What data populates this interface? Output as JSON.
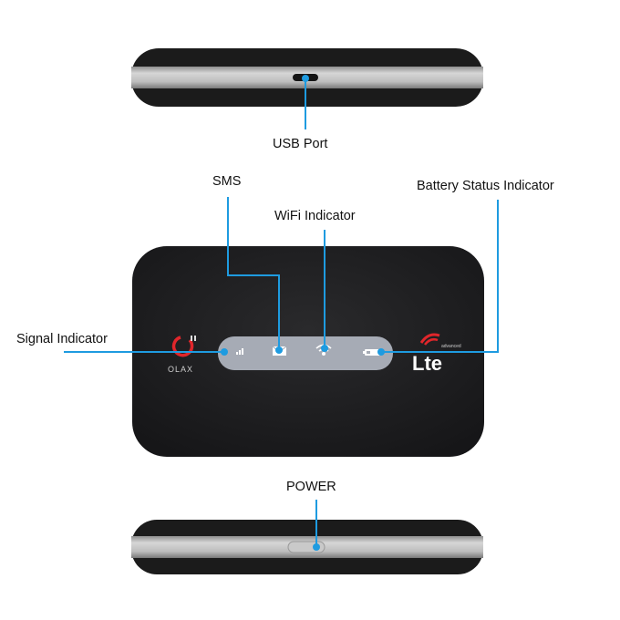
{
  "labels": {
    "usb_port": "USB Port",
    "sms": "SMS",
    "wifi": "WiFi Indicator",
    "battery": "Battery Status Indicator",
    "signal": "Signal Indicator",
    "power": "POWER"
  },
  "logos": {
    "brand": "OLAX",
    "lte": "Lte",
    "lte_sub": "advanced"
  },
  "colors": {
    "callout_line": "#1e9be0",
    "device_body": "#1c1c1e",
    "brand_red": "#e0262b"
  }
}
